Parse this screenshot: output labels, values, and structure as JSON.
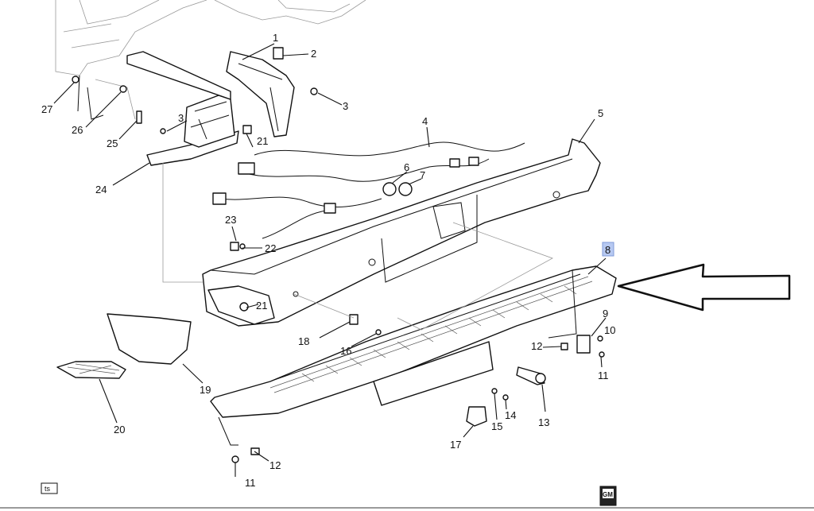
{
  "diagram": {
    "callouts": [
      {
        "id": "1",
        "text": "1"
      },
      {
        "id": "2",
        "text": "2"
      },
      {
        "id": "3a",
        "text": "3"
      },
      {
        "id": "3b",
        "text": "3"
      },
      {
        "id": "4",
        "text": "4"
      },
      {
        "id": "5",
        "text": "5"
      },
      {
        "id": "6",
        "text": "6"
      },
      {
        "id": "7",
        "text": "7"
      },
      {
        "id": "8",
        "text": "8"
      },
      {
        "id": "9",
        "text": "9"
      },
      {
        "id": "10",
        "text": "10"
      },
      {
        "id": "11a",
        "text": "11"
      },
      {
        "id": "11b",
        "text": "11"
      },
      {
        "id": "12a",
        "text": "12"
      },
      {
        "id": "12b",
        "text": "12"
      },
      {
        "id": "13",
        "text": "13"
      },
      {
        "id": "14",
        "text": "14"
      },
      {
        "id": "15",
        "text": "15"
      },
      {
        "id": "16",
        "text": "16"
      },
      {
        "id": "17",
        "text": "17"
      },
      {
        "id": "18",
        "text": "18"
      },
      {
        "id": "19",
        "text": "19"
      },
      {
        "id": "20",
        "text": "20"
      },
      {
        "id": "21a",
        "text": "21"
      },
      {
        "id": "21b",
        "text": "21"
      },
      {
        "id": "22",
        "text": "22"
      },
      {
        "id": "23",
        "text": "23"
      },
      {
        "id": "24",
        "text": "24"
      },
      {
        "id": "25",
        "text": "25"
      },
      {
        "id": "26",
        "text": "26"
      },
      {
        "id": "27",
        "text": "27"
      }
    ],
    "highlighted_callout": "8",
    "corner_left_badge": "ts",
    "corner_right_badge": "GM",
    "colors": {
      "line": "#111111",
      "highlight": "#b7c9f2",
      "background": "#ffffff"
    }
  }
}
